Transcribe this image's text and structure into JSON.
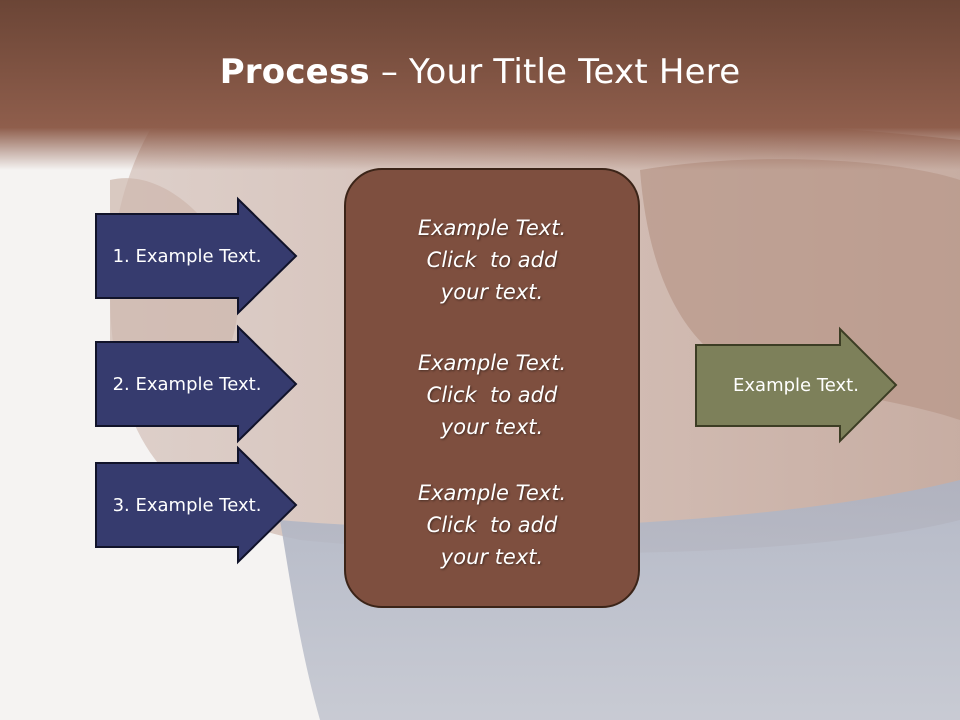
{
  "title": {
    "bold": "Process",
    "rest": " – Your Title Text Here"
  },
  "left_arrows": [
    {
      "label": "1. Example Text."
    },
    {
      "label": "2. Example Text."
    },
    {
      "label": "3. Example Text."
    }
  ],
  "center_blocks": [
    {
      "lines": [
        "Example Text.",
        "Click  to add",
        "your text."
      ]
    },
    {
      "lines": [
        "Example Text.",
        "Click  to add",
        "your text."
      ]
    },
    {
      "lines": [
        "Example Text.",
        "Click  to add",
        "your text."
      ]
    }
  ],
  "right_arrow": {
    "label": "Example Text."
  },
  "colors": {
    "header_band": "#8a5646",
    "left_arrow_fill": "#363b6e",
    "center_box_fill": "#7e4f3f",
    "right_arrow_fill": "#7d805a"
  }
}
